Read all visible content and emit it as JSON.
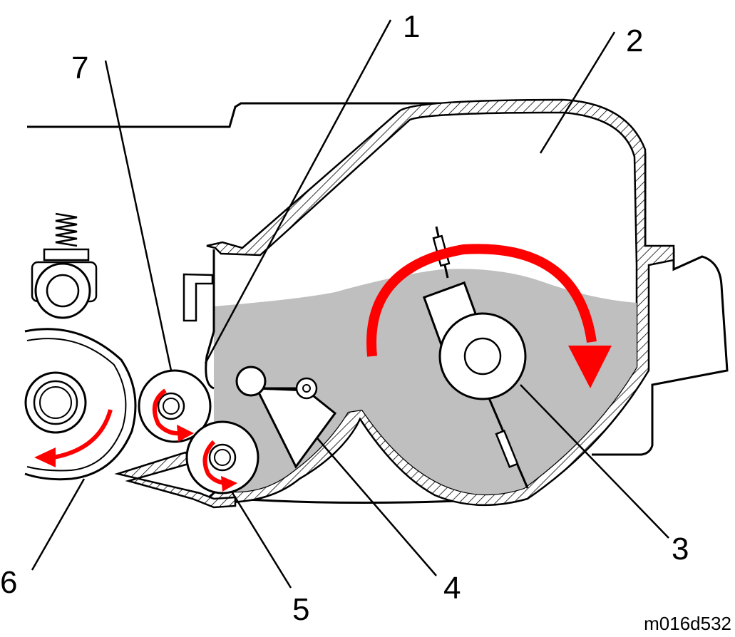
{
  "figure": {
    "id": "m016d532",
    "callouts": [
      "1",
      "2",
      "3",
      "4",
      "5",
      "6",
      "7"
    ]
  },
  "colors": {
    "toner": "#bfbfbf",
    "arrow": "#ff0000",
    "line": "#000000",
    "background": "#ffffff"
  }
}
